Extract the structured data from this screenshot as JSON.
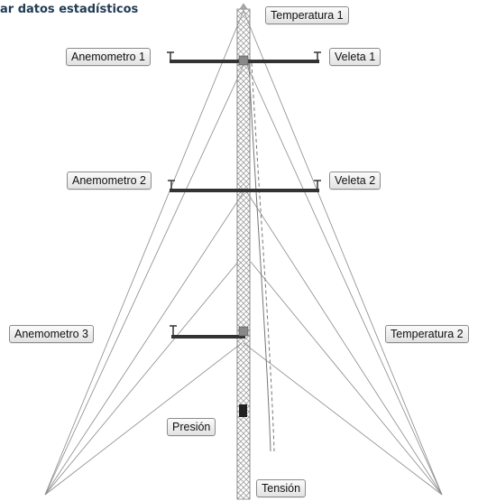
{
  "header": {
    "title": "ar datos estadísticos"
  },
  "sensors": {
    "temperatura_1": "Temperatura 1",
    "anemometro_1": "Anemometro 1",
    "veleta_1": "Veleta 1",
    "anemometro_2": "Anemometro 2",
    "veleta_2": "Veleta 2",
    "anemometro_3": "Anemometro 3",
    "temperatura_2": "Temperatura 2",
    "presion": "Presión",
    "tension": "Tensión"
  },
  "colors": {
    "header_text": "#1f3b59",
    "tower_lattice": "#9a9a9a",
    "boom": "#333333",
    "guy_wire": "#8a8a8a"
  }
}
